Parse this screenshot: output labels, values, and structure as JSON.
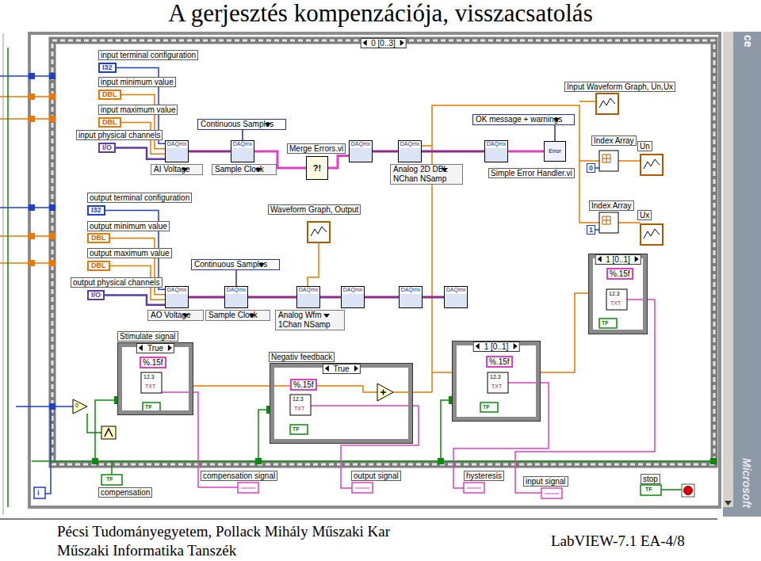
{
  "diagram": {
    "title": "A gerjesztés kompenzációja, visszacsatolás",
    "nodes": [
      {
        "text": [
          "0 [0..3]"
        ]
      },
      {
        "text": [
          "input terminal configuration"
        ],
        "in": 0
      },
      {
        "text": [
          "I32"
        ],
        "in": 0
      },
      {
        "text": [
          "input minimum value"
        ],
        "in": 0
      },
      {
        "text": [
          "DBL"
        ],
        "in": 0
      },
      {
        "text": [
          "input maximum value"
        ],
        "in": 0
      },
      {
        "text": [
          "DBL"
        ],
        "in": 0
      },
      {
        "text": [
          "input physical channels"
        ],
        "in": 0
      },
      {
        "text": [
          "I/O"
        ],
        "in": 0
      },
      {
        "text": [
          "Continuous Samples"
        ],
        "in": 0
      },
      {
        "text": [
          "DAQmx"
        ],
        "in": 0
      },
      {
        "text": [
          "AI Voltage"
        ],
        "in": 0
      },
      {
        "text": [
          "DAQmx"
        ],
        "in": 0
      },
      {
        "text": [
          "Sample Clock"
        ],
        "in": 0
      },
      {
        "text": [
          "Merge Errors.vi"
        ],
        "in": 0
      },
      {
        "text": [
          "?!"
        ],
        "in": 0
      },
      {
        "text": [
          "DAQmx"
        ],
        "in": 0
      },
      {
        "text": [
          "DAQmx"
        ],
        "in": 0
      },
      {
        "text": [
          "Analog 2D DBL NChan NSamp"
        ],
        "in": 0
      },
      {
        "text": [
          "OK message + warnings"
        ],
        "in": 0
      },
      {
        "text": [
          "DAQmx"
        ],
        "in": 0
      },
      {
        "text": [
          "Simple Error Handler.vi"
        ],
        "in": 0
      },
      {
        "text": [
          "Error"
        ],
        "in": 0
      },
      {
        "text": [
          "Input Waveform Graph, Un,Ux"
        ],
        "in": 0
      },
      {
        "text": [
          "Index Array"
        ],
        "in": 0
      },
      {
        "text": [
          "Un"
        ],
        "in": 0
      },
      {
        "text": [
          "0"
        ],
        "in": 0
      },
      {
        "text": [
          "Index Array"
        ],
        "in": 0
      },
      {
        "text": [
          "Ux"
        ],
        "in": 0
      },
      {
        "text": [
          "1"
        ],
        "in": 0
      },
      {
        "text": [
          "Waveform Graph, Output"
        ],
        "in": 0
      },
      {
        "text": [
          "output terminal configuration"
        ],
        "in": 0
      },
      {
        "text": [
          "I32"
        ],
        "in": 0
      },
      {
        "text": [
          "output minimum value"
        ],
        "in": 0
      },
      {
        "text": [
          "DBL"
        ],
        "in": 0
      },
      {
        "text": [
          "output maximum value"
        ],
        "in": 0
      },
      {
        "text": [
          "DBL"
        ],
        "in": 0
      },
      {
        "text": [
          "output physical channels"
        ],
        "in": 0
      },
      {
        "text": [
          "I/O"
        ],
        "in": 0
      },
      {
        "text": [
          "Continuous Samples"
        ],
        "in": 0
      },
      {
        "text": [
          "DAQmx"
        ],
        "in": 0
      },
      {
        "text": [
          "AO Voltage"
        ],
        "in": 0
      },
      {
        "text": [
          "DAQmx"
        ],
        "in": 0
      },
      {
        "text": [
          "Sample Clock"
        ],
        "in": 0
      },
      {
        "text": [
          "DAQmx"
        ],
        "in": 0
      },
      {
        "text": [
          "Analog Wfm 1Chan NSamp"
        ],
        "in": 0
      },
      {
        "text": [
          "DAQmx"
        ],
        "in": 0
      },
      {
        "text": [
          "DAQmx"
        ],
        "in": 0
      },
      {
        "text": [
          "DAQmx"
        ],
        "in": 0
      },
      {
        "text": [
          "1 [0..1]"
        ],
        "in": 0
      },
      {
        "text": [
          "%.15f"
        ],
        "in": 49
      },
      {
        "text": [
          "Stimulate signal"
        ],
        "in": 0
      },
      {
        "text": [
          "True"
        ],
        "in": 0
      },
      {
        "text": [
          "%.15f"
        ],
        "in": 52
      },
      {
        "text": [
          "Negativ feedback"
        ],
        "in": 0
      },
      {
        "text": [
          "True"
        ],
        "in": 0
      },
      {
        "text": [
          "%.15f"
        ],
        "in": 55
      },
      {
        "text": [
          "1 [0..1]"
        ],
        "in": 0
      },
      {
        "text": [
          "%.15f"
        ],
        "in": 57
      },
      {
        "text": [
          "compensation signal"
        ]
      },
      {
        "text": [
          "output signal"
        ]
      },
      {
        "text": [
          "hysteresis"
        ]
      },
      {
        "text": [
          "input signal"
        ]
      },
      {
        "text": [
          "stop"
        ]
      },
      {
        "text": [
          "compensation"
        ]
      }
    ],
    "edges": [
      {
        "from": 2,
        "to": 10,
        "arrow": "none"
      },
      {
        "from": 4,
        "to": 10,
        "arrow": "none"
      },
      {
        "from": 6,
        "to": 10,
        "arrow": "none"
      },
      {
        "from": 8,
        "to": 10,
        "arrow": "none"
      },
      {
        "from": 10,
        "to": 12,
        "arrow": "none"
      },
      {
        "from": 9,
        "to": 12,
        "arrow": "none"
      },
      {
        "from": 12,
        "to": 15,
        "arrow": "none"
      },
      {
        "from": 15,
        "to": 16,
        "arrow": "none"
      },
      {
        "from": 16,
        "to": 17,
        "arrow": "none"
      },
      {
        "from": 17,
        "to": 20,
        "arrow": "none"
      },
      {
        "from": 20,
        "to": 22,
        "arrow": "none"
      },
      {
        "from": 19,
        "to": 22,
        "arrow": "none"
      },
      {
        "from": 32,
        "to": 40,
        "arrow": "none"
      },
      {
        "from": 34,
        "to": 40,
        "arrow": "none"
      },
      {
        "from": 36,
        "to": 40,
        "arrow": "none"
      },
      {
        "from": 38,
        "to": 40,
        "arrow": "none"
      },
      {
        "from": 40,
        "to": 42,
        "arrow": "none"
      },
      {
        "from": 39,
        "to": 42,
        "arrow": "none"
      },
      {
        "from": 42,
        "to": 44,
        "arrow": "none"
      },
      {
        "from": 44,
        "to": 46,
        "arrow": "none"
      },
      {
        "from": 46,
        "to": 47,
        "arrow": "none"
      },
      {
        "from": 47,
        "to": 48,
        "arrow": "none"
      }
    ],
    "labels": [
      "ce",
      "0",
      "12.3",
      "TXT",
      "TF",
      "12.3",
      "TXT",
      "TF",
      "12.3",
      "TXT",
      "TF",
      "12.3",
      "TXT",
      "TF",
      "TF",
      "i",
      "TF",
      "Microsoft",
      "Pécsi Tudományegyetem, Pollack Mihály Műszaki Kar",
      "Műszaki Informatika Tanszék",
      "LabVIEW-7.1 EA-4/8"
    ]
  }
}
